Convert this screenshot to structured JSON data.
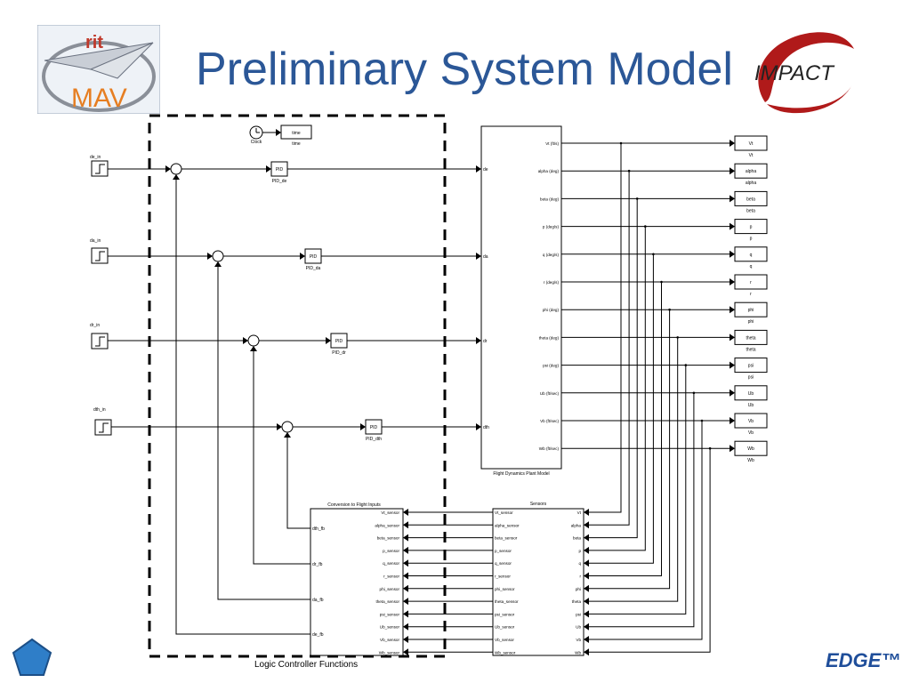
{
  "slide": {
    "title": "Preliminary System Model",
    "footer": "Logic Controller Functions",
    "edge_logo": "EDGE™"
  },
  "logos": {
    "rit_mav": {
      "top_text": "rit",
      "bottom_text": "MAV",
      "icon": "paper-airplane-icon"
    },
    "impact": {
      "text": "IMPACT",
      "icon": "swoosh-icon"
    }
  },
  "nav": {
    "icon": "pentagon-icon"
  },
  "colors": {
    "title": "#2b5797",
    "edge": "#1f4e9a",
    "impact_red": "#b01a1a"
  },
  "diagram": {
    "clock": {
      "label": "Clock"
    },
    "time_block": {
      "text": "time",
      "label": "time"
    },
    "inputs": [
      {
        "label": "de_in",
        "pid_label": "PID_de",
        "pid_text": "PID",
        "plant_port": "de",
        "fb_port": "de_fb"
      },
      {
        "label": "da_in",
        "pid_label": "PID_da",
        "pid_text": "PID",
        "plant_port": "da",
        "fb_port": "da_fb"
      },
      {
        "label": "dr_in",
        "pid_label": "PID_dr",
        "pid_text": "PID",
        "plant_port": "dr",
        "fb_port": "dr_fb"
      },
      {
        "label": "dth_in",
        "pid_label": "PID_dth",
        "pid_text": "PID",
        "plant_port": "dth",
        "fb_port": "dth_fb"
      }
    ],
    "plant": {
      "label": "Flight Dynamics Plant Model",
      "outputs": [
        "Vt (ft/s)",
        "alpha (deg)",
        "beta (deg)",
        "p (deg/s)",
        "q (deg/s)",
        "r (deg/s)",
        "phi (deg)",
        "theta (deg)",
        "psi (deg)",
        "Ub (ft/sec)",
        "Vb (ft/sec)",
        "Wb (ft/sec)"
      ]
    },
    "scopes": [
      "Vt",
      "alpha",
      "beta",
      "p",
      "q",
      "r",
      "phi",
      "theta",
      "psi",
      "Ub",
      "Vb",
      "Wb"
    ],
    "sensors": {
      "title": "Sensors",
      "in_ports": [
        "Vt",
        "alpha",
        "beta",
        "p",
        "q",
        "r",
        "phi",
        "theta",
        "psi",
        "Ub",
        "Vb",
        "Wb"
      ],
      "out_ports": [
        "Vt_sensor",
        "alpha_sensor",
        "beta_sensor",
        "p_sensor",
        "q_sensor",
        "r_sensor",
        "phi_sensor",
        "theta_sensor",
        "psi_sensor",
        "Ub_sensor",
        "Vb_sensor",
        "Wb_sensor"
      ]
    },
    "conversion": {
      "title": "Conversion to Flight Inputs",
      "in_ports": [
        "Vt_sensor",
        "alpha_sensor",
        "beta_sensor",
        "p_sensor",
        "q_sensor",
        "r_sensor",
        "phi_sensor",
        "theta_sensor",
        "psi_sensor",
        "Ub_sensor",
        "Vb_sensor",
        "Wb_sensor"
      ]
    }
  }
}
